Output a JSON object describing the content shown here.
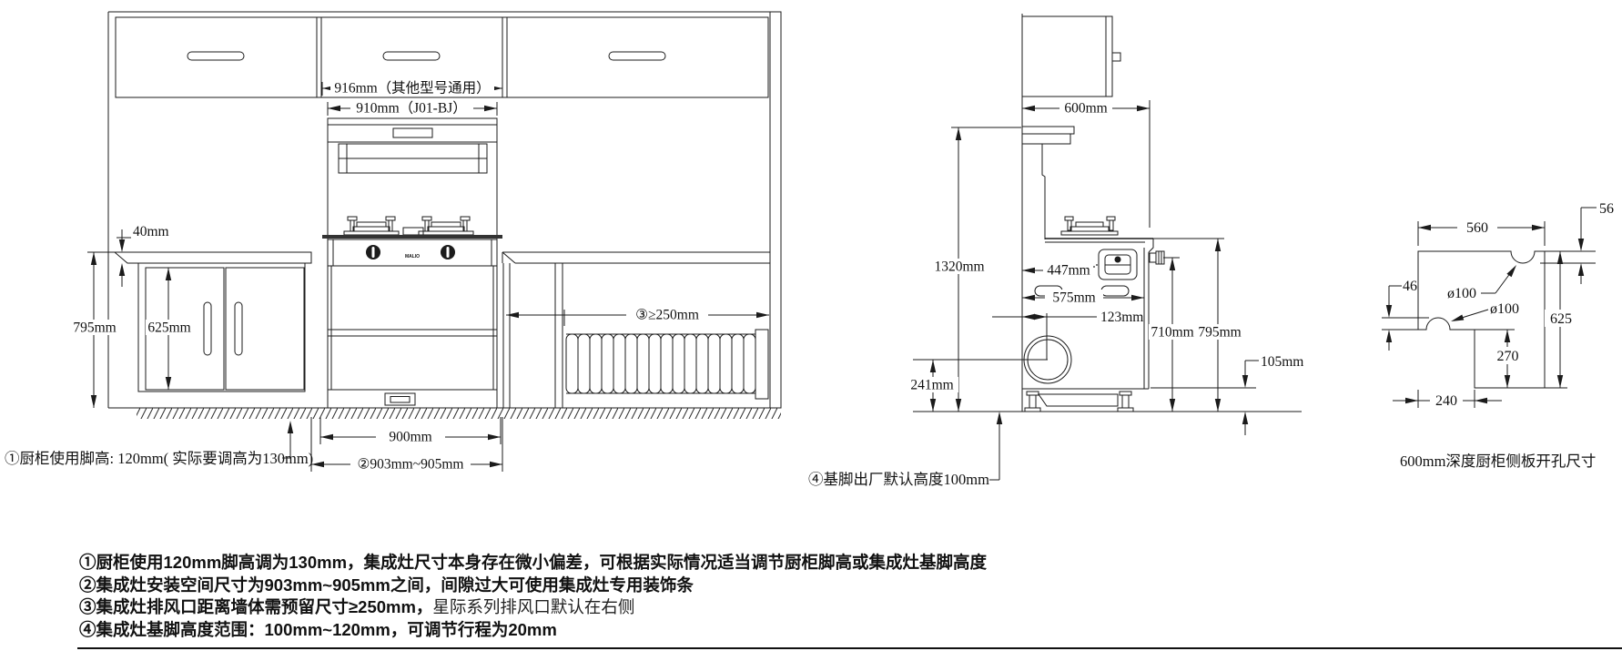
{
  "front_view": {
    "brand": "MALIO",
    "dim_916": "916mm（其他型号通用）",
    "dim_910": "910mm（J01-BJ）",
    "dim_40": "40mm",
    "dim_795": "795mm",
    "dim_625": "625mm",
    "dim_vent": "③≥250mm",
    "dim_900": "900mm",
    "dim_install": "②903mm~905mm",
    "note_foot": "①厨柜使用脚高: 120mm( 实际要调高为130mm)"
  },
  "side_view": {
    "dim_600": "600mm",
    "dim_1320": "1320mm",
    "dim_447": "447mm",
    "dim_575": "575mm",
    "dim_123": "123mm",
    "dim_241": "241mm",
    "dim_710": "710mm",
    "dim_795": "795mm",
    "dim_105": "105mm",
    "note_base": "④基脚出厂默认高度100mm"
  },
  "panel_view": {
    "dim_560": "560",
    "dim_56": "56",
    "dim_46": "46",
    "dim_hole_top": "ø100",
    "dim_hole_left": "ø100",
    "dim_625": "625",
    "dim_270": "270",
    "dim_240": "240",
    "caption": "600mm深度厨柜侧板开孔尺寸"
  },
  "footnotes": [
    {
      "bold": "①厨柜使用120mm脚高调为130mm，集成灶尺寸本身存在微小偏差，可根据实际情况适当调节厨柜脚高或集成灶基脚高度",
      "normal": ""
    },
    {
      "bold": "②集成灶安装空间尺寸为903mm~905mm之间，间隙过大可使用集成灶专用装饰条",
      "normal": ""
    },
    {
      "bold": "③集成灶排风口距离墙体需预留尺寸≥250mm，",
      "normal": "星际系列排风口默认在右侧"
    },
    {
      "bold": "④集成灶基脚高度范围：100mm~120mm，可调节行程为20mm",
      "normal": ""
    }
  ]
}
